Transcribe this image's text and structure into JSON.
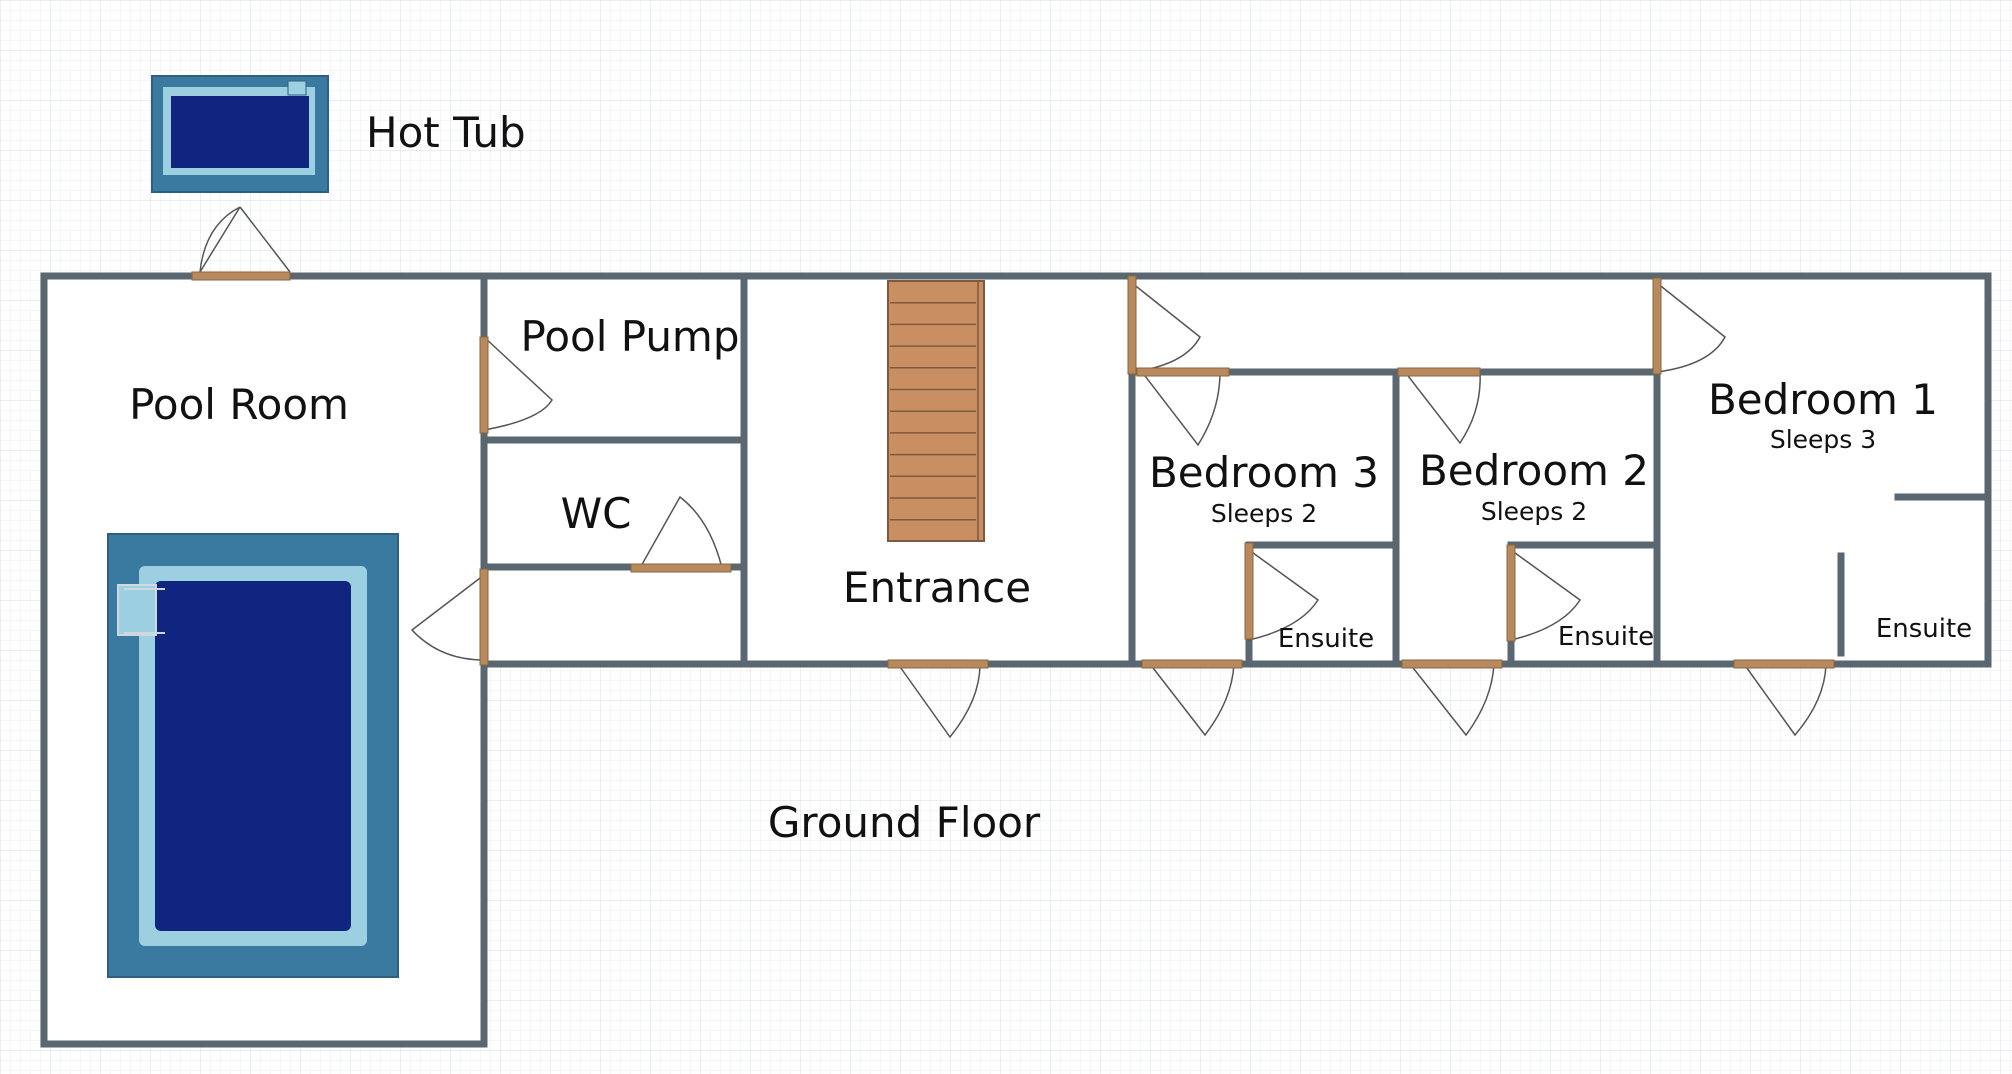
{
  "plan": {
    "title": "Ground Floor",
    "rooms": {
      "hot_tub": "Hot Tub",
      "pool_room": "Pool Room",
      "pool_pump": "Pool Pump",
      "wc": "WC",
      "entrance": "Entrance",
      "bedroom_3": {
        "name": "Bedroom 3",
        "sleeps": "Sleeps 2",
        "ensuite": "Ensuite"
      },
      "bedroom_2": {
        "name": "Bedroom 2",
        "sleeps": "Sleeps 2",
        "ensuite": "Ensuite"
      },
      "bedroom_1": {
        "name": "Bedroom 1",
        "sleeps": "Sleeps 3",
        "ensuite": "Ensuite"
      }
    }
  },
  "colors": {
    "wall": "#5a6770",
    "door": "#b8895c",
    "door_outline": "#8a6640",
    "pool_outer": "#3b7aa0",
    "pool_edge": "#9ccfe0",
    "pool_water": "#10257f",
    "stairs": "#c98f63",
    "grid_minor": "#e7ecef",
    "grid_major": "#d2d9de"
  }
}
